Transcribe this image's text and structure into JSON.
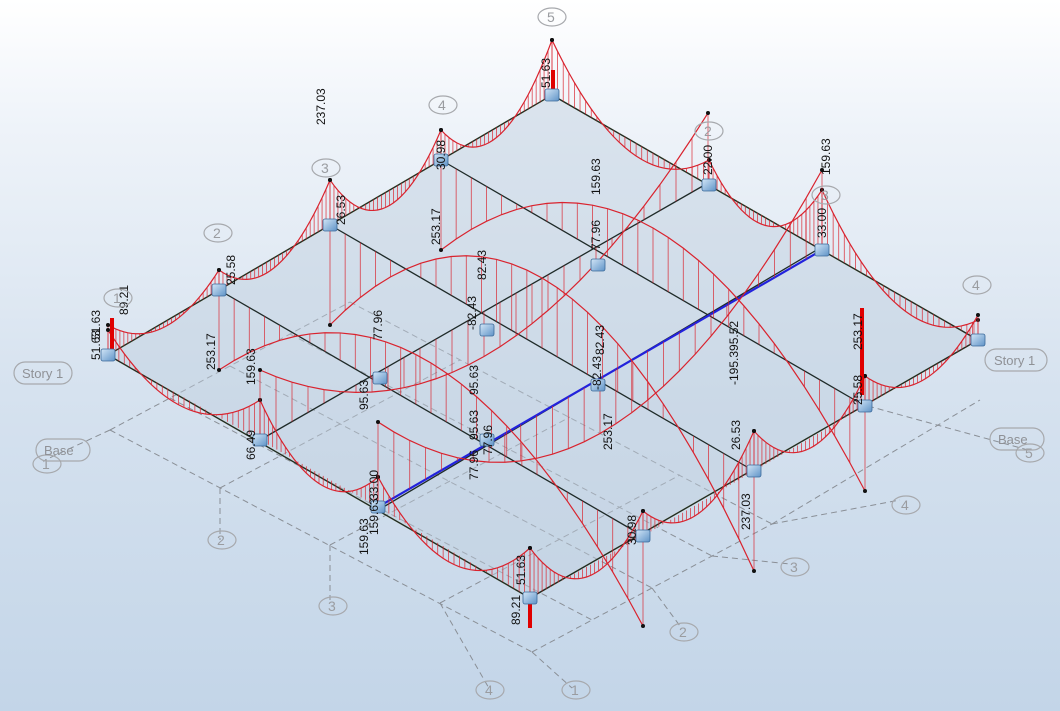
{
  "labels": {
    "story_left": "Story 1",
    "story_right": "Story 1",
    "base_left": "Base",
    "base_right": "Base"
  },
  "grid_bubbles": {
    "story": {
      "top": "5",
      "back_left_4": "4",
      "back_left_3": "3",
      "back_left_2": "2",
      "back_left_1": "1",
      "back_right_2": "2",
      "back_right_3": "3",
      "back_right_4": "4"
    },
    "base": {
      "left_1": "1",
      "front_left_2": "2",
      "front_left_3": "3",
      "front_left_4": "4",
      "front_right_1": "1",
      "front_right_2": "2",
      "front_right_3": "3",
      "right_4": "4",
      "right_5": "5"
    }
  },
  "moment_values": [
    "51.63",
    "237.03",
    "30.98",
    "26.53",
    "25.58",
    "89.21",
    "51.63",
    "253.17",
    "159.63",
    "22.00",
    "159.63",
    "33.00",
    "253.17",
    "95.63",
    "159.63",
    "77.96",
    "82.43",
    "77.96",
    "-195.395.52",
    "253.17",
    "159.63",
    "77.96",
    "95.63",
    "-82.43",
    "82.43",
    "-82.43",
    "25.58",
    "66.49",
    "95.63",
    "77.96",
    "253.17",
    "26.53",
    "33.00",
    "159.63",
    "30.98",
    "237.03",
    "51.63",
    "89.21",
    "51.63"
  ],
  "colors": {
    "moment": "#d9232e",
    "beam_highlight": "#2222dd",
    "column": "#e00000",
    "slab": "#bfcfdd",
    "node": "#8ab4dc"
  }
}
